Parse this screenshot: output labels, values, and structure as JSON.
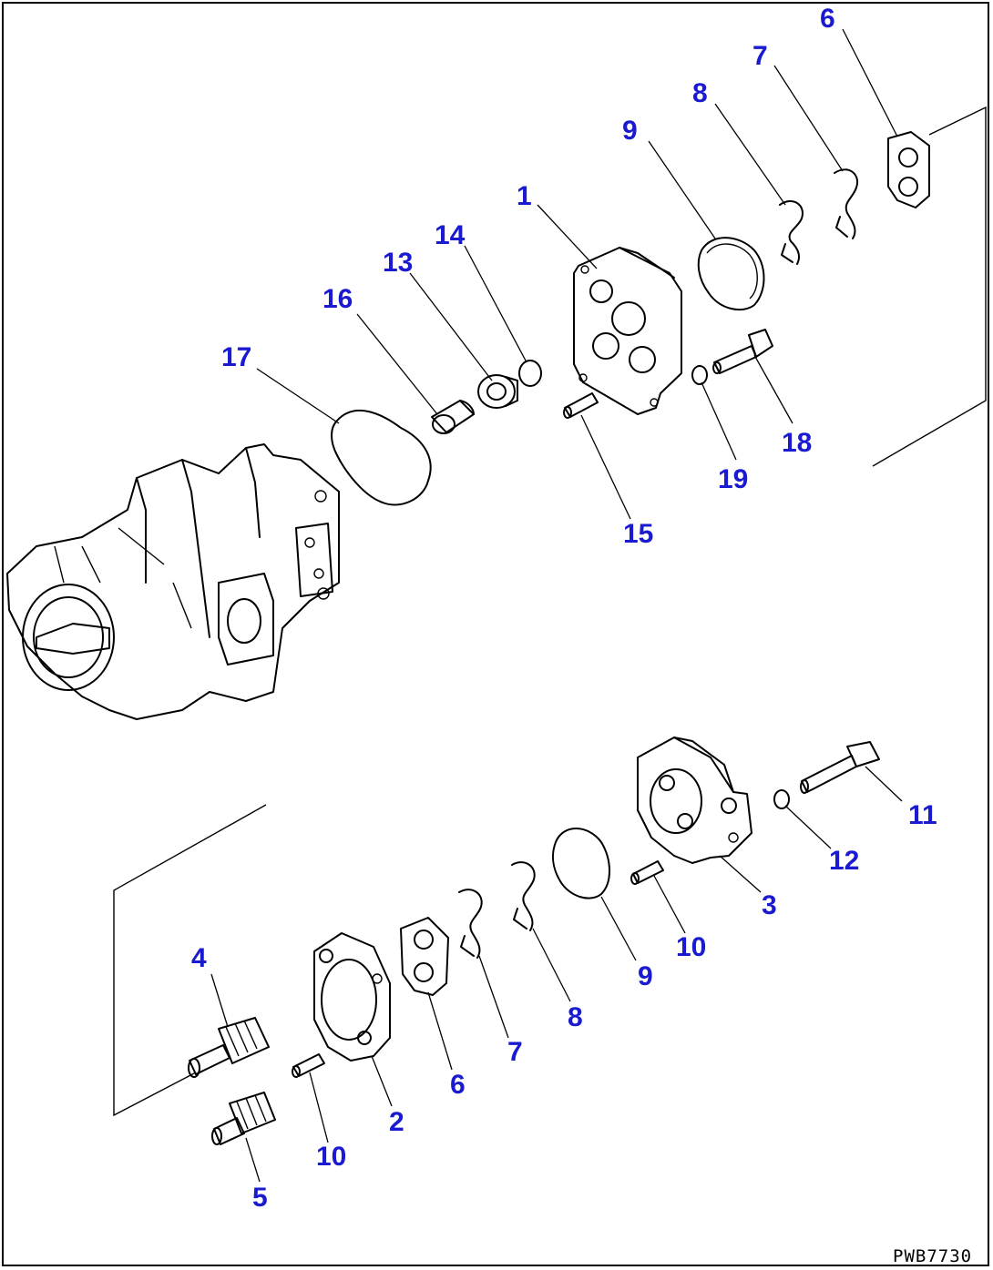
{
  "drawing_code": "PWB7730",
  "callouts": {
    "c1": "1",
    "c2": "2",
    "c3": "3",
    "c4": "4",
    "c5": "5",
    "c6a": "6",
    "c6b": "6",
    "c7a": "7",
    "c7b": "7",
    "c8a": "8",
    "c8b": "8",
    "c9a": "9",
    "c9b": "9",
    "c10a": "10",
    "c10b": "10",
    "c11": "11",
    "c12": "12",
    "c13": "13",
    "c14": "14",
    "c15": "15",
    "c16": "16",
    "c17": "17",
    "c18": "18",
    "c19": "19"
  },
  "colors": {
    "callout": "#1a1ad0",
    "line": "#000000",
    "background": "#ffffff"
  }
}
